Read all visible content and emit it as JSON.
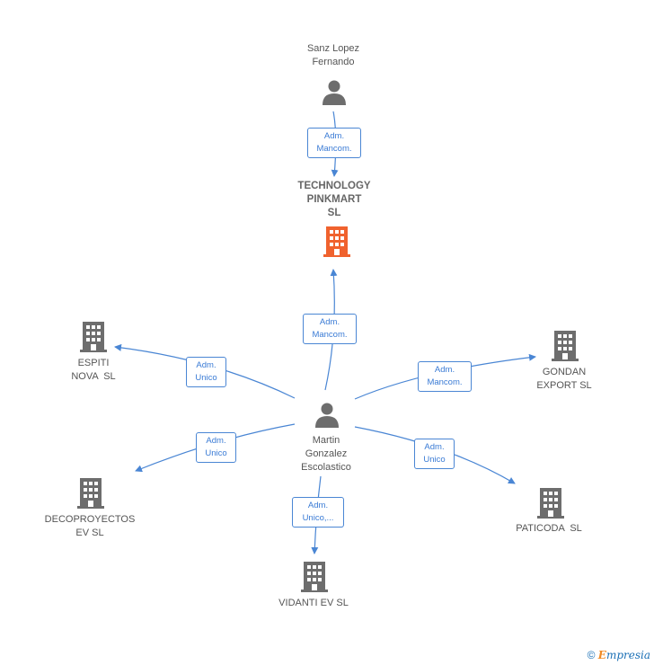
{
  "nodes": {
    "sanz": {
      "lines": [
        "Sanz Lopez",
        "Fernando"
      ],
      "type": "person"
    },
    "technology": {
      "lines": [
        "TECHNOLOGY",
        "PINKMART",
        "SL"
      ],
      "type": "company-main"
    },
    "martin": {
      "lines": [
        "Martin",
        "Gonzalez",
        "Escolastico"
      ],
      "type": "person"
    },
    "espiti": {
      "lines": [
        "ESPITI",
        "NOVA  SL"
      ],
      "type": "company"
    },
    "gondan": {
      "lines": [
        "GONDAN",
        "EXPORT SL"
      ],
      "type": "company"
    },
    "decoproyectos": {
      "lines": [
        "DECOPROYECTOS",
        "EV SL"
      ],
      "type": "company"
    },
    "paticoda": {
      "lines": [
        "PATICODA  SL"
      ],
      "type": "company"
    },
    "vidanti": {
      "lines": [
        "VIDANTI EV SL"
      ],
      "type": "company"
    }
  },
  "relations": {
    "sanz_technology": [
      "Adm.",
      "Mancom."
    ],
    "martin_technology": [
      "Adm.",
      "Mancom."
    ],
    "martin_espiti": [
      "Adm.",
      "Unico"
    ],
    "martin_gondan": [
      "Adm.",
      "Mancom."
    ],
    "martin_decoproyectos": [
      "Adm.",
      "Unico"
    ],
    "martin_paticoda": [
      "Adm.",
      "Unico"
    ],
    "martin_vidanti": [
      "Adm.",
      "Unico,..."
    ]
  },
  "colors": {
    "edge": "#4a86d4",
    "icon": "#6d6d6d",
    "main_company": "#f0622e"
  },
  "icons": {
    "person": "person-icon",
    "company": "building-icon"
  },
  "footer": {
    "copyright": "©",
    "brand_first": "E",
    "brand_rest": "mpresia"
  }
}
